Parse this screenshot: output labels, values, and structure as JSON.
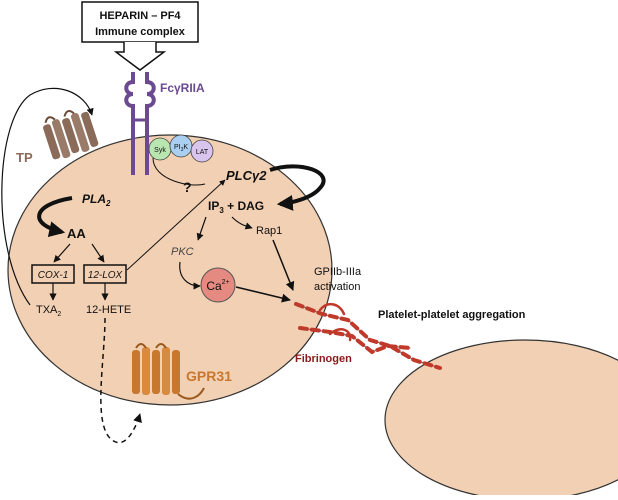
{
  "immune_complex": {
    "line1": "HEPARIN – PF4",
    "line2": "Immune complex"
  },
  "receptors": {
    "fcgr": "FcγRIIA",
    "tp": "TP",
    "gpr31": "GPR31"
  },
  "kinases": {
    "syk": "Syk",
    "pi3k": "PI",
    "pi3k_sub": "3",
    "pi3k_end": "K",
    "lat": "LAT"
  },
  "pathway": {
    "question": "?",
    "pla2": "PLA",
    "pla2_sub": "2",
    "aa": "AA",
    "cox1": "COX-1",
    "lox12": "12-LOX",
    "txa2": "TXA",
    "txa2_sub": "2",
    "hete": "12-HETE",
    "plcg2": "PLCγ2",
    "ip3": "IP",
    "ip3_sub": "3",
    "dag": " + DAG",
    "pkc": "PKC",
    "rap1": "Rap1",
    "ca": "Ca",
    "ca_sup": "2+"
  },
  "labels": {
    "gp_line1": "GPIIb-IIIa",
    "gp_line2": "activation",
    "aggregation": "Platelet-platelet aggregation",
    "fibrinogen": "Fibrinogen"
  },
  "colors": {
    "cell_fill": "#f2d0b3",
    "cell_stroke": "#333333",
    "fcgr": "#6b4a91",
    "gpr31": "#c8782e",
    "tp": "#8a6a58",
    "fibrinogen": "#c0392b",
    "ca_fill": "#e58a80",
    "syk": "#b9e6b0",
    "pi3k": "#aacff0",
    "lat": "#d9c4ee"
  }
}
